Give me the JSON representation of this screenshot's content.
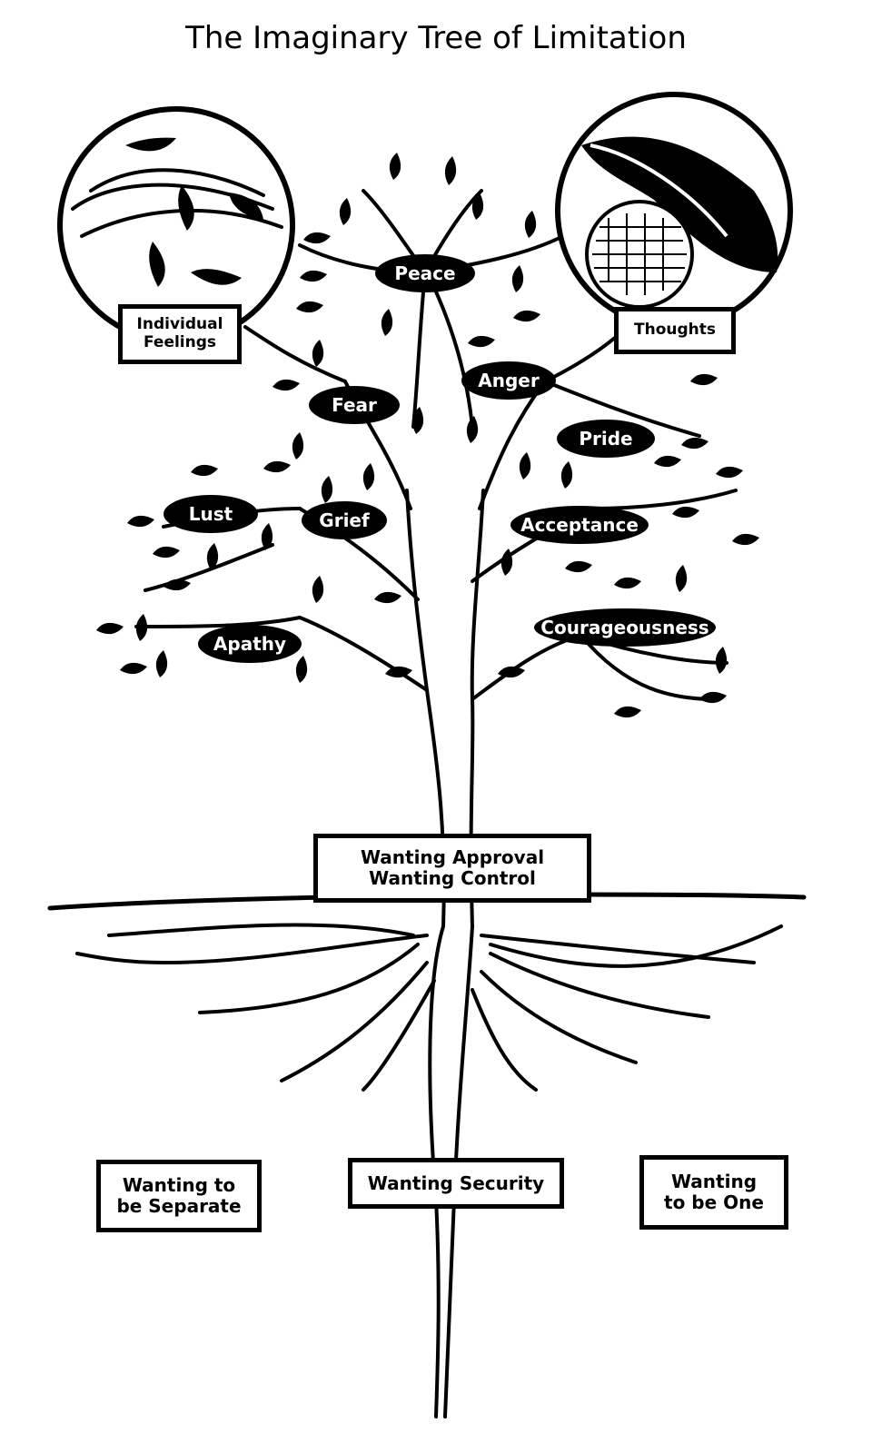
{
  "title": "The Imaginary Tree of Limitation",
  "callouts": {
    "individual_feelings": [
      "Individual",
      "Feelings"
    ],
    "thoughts": "Thoughts"
  },
  "branches": {
    "peace": "Peace",
    "anger": "Anger",
    "fear": "Fear",
    "pride": "Pride",
    "lust": "Lust",
    "grief": "Grief",
    "acceptance": "Acceptance",
    "apathy": "Apathy",
    "courageousness": "Courageousness"
  },
  "root_boxes": {
    "center": [
      "Wanting Approval",
      "Wanting Control"
    ],
    "separate": [
      "Wanting to",
      "be Separate"
    ],
    "security": "Wanting Security",
    "one": [
      "Wanting",
      "to be One"
    ]
  },
  "colors": {
    "ink": "#000000",
    "paper": "#ffffff"
  }
}
